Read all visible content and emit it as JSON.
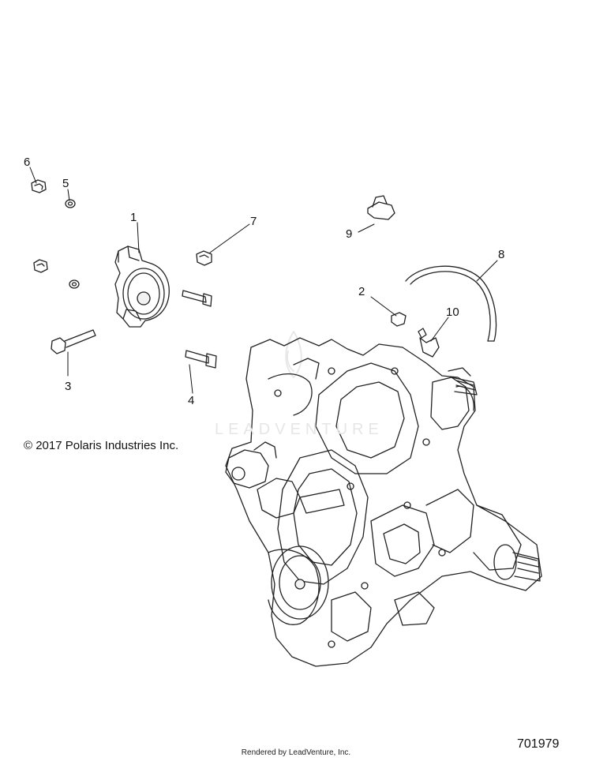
{
  "callouts": {
    "c1": "1",
    "c2": "2",
    "c3": "3",
    "c4": "4",
    "c5": "5",
    "c6": "6",
    "c7": "7",
    "c8": "8",
    "c9": "9",
    "c10": "10"
  },
  "copyright": "© 2017 Polaris Industries Inc.",
  "diagram_number": "701979",
  "footer": "Rendered by LeadVenture, Inc.",
  "watermark": "LEADVENTURE"
}
